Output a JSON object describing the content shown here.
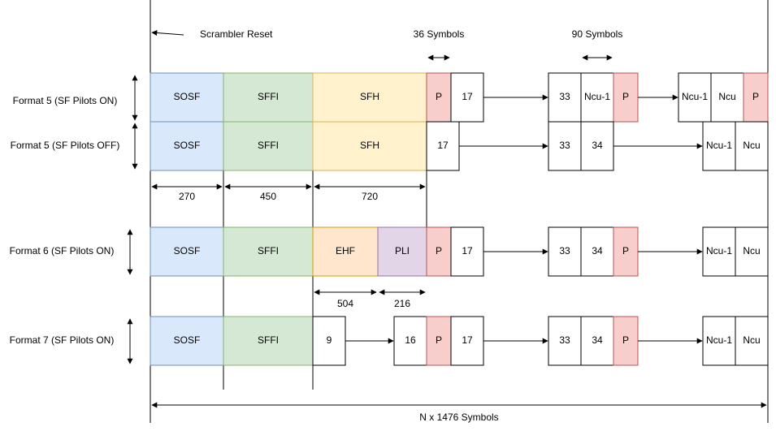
{
  "annotations": {
    "scrambler_reset": "Scrambler Reset",
    "symbols_36": "36 Symbols",
    "symbols_90": "90 Symbols",
    "total": "N x 1476 Symbols"
  },
  "rows": [
    {
      "label": "Format 5 (SF Pilots ON)"
    },
    {
      "label": "Format 5 (SF Pilots OFF)"
    },
    {
      "label": "Format 6 (SF Pilots ON)"
    },
    {
      "label": "Format 7 (SF Pilots ON)"
    }
  ],
  "fields": {
    "sosf": "SOSF",
    "sffi": "SFFI",
    "sfh": "SFH",
    "ehf": "EHF",
    "pli": "PLI",
    "pilot": "P",
    "s9": "9",
    "s16": "16",
    "s17": "17",
    "s33": "33",
    "s34": "34",
    "ncu1": "Ncu-1",
    "ncu": "Ncu"
  },
  "dimensions": {
    "sosf": "270",
    "sffi": "450",
    "sfh": "720",
    "ehf": "504",
    "pli": "216"
  },
  "colors": {
    "sosf_fill": "#dae8fc",
    "sosf_stroke": "#6c8ebf",
    "sffi_fill": "#d5e8d4",
    "sffi_stroke": "#82b366",
    "sfh_fill": "#fff2cc",
    "sfh_stroke": "#d6b656",
    "ehf_fill": "#ffe6cc",
    "ehf_stroke": "#d79b00",
    "pli_fill": "#e1d5e7",
    "pli_stroke": "#9673a6",
    "pilot_fill": "#f8cecc",
    "pilot_stroke": "#b85450"
  }
}
